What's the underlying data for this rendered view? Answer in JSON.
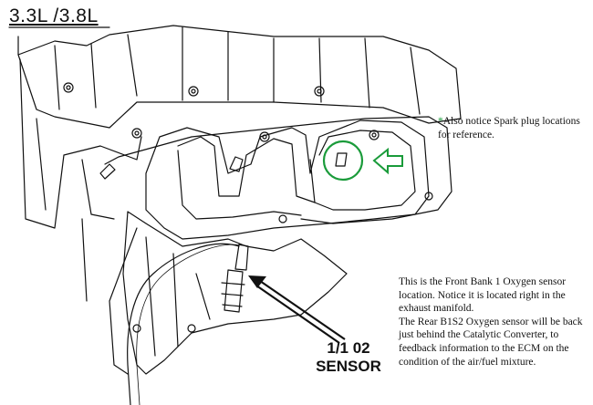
{
  "title": "3.3L /3.8L",
  "note": {
    "star": "*",
    "text": "Also notice Spark plug locations for reference."
  },
  "description": {
    "line1": "This is the Front Bank 1 Oxygen sensor location. Notice it is located right in the exhaust manifold.",
    "line2": "The Rear B1S2 Oxygen sensor will be back just behind the Catalytic Converter, to feedback information to the ECM on the condition of the air/fuel mixture."
  },
  "sensor_label": {
    "line1": "1/1  02",
    "line2": "SENSOR"
  },
  "colors": {
    "highlight": "#1a9b3a",
    "ink": "#111111"
  }
}
